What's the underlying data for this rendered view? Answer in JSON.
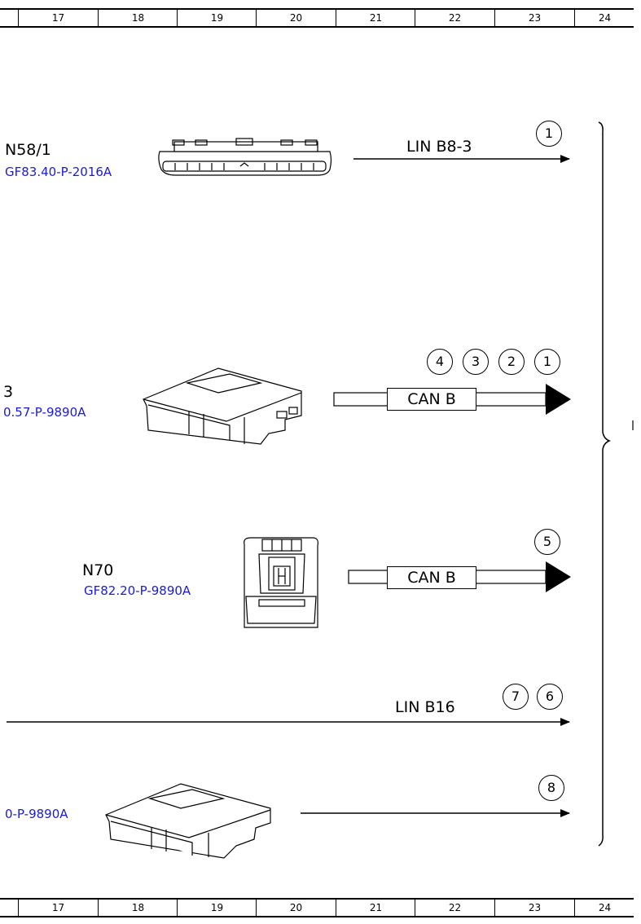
{
  "ruler": {
    "columns": [
      "17",
      "18",
      "19",
      "20",
      "21",
      "22",
      "23",
      "24"
    ]
  },
  "components": [
    {
      "name": "N58/1",
      "ref": "GF83.40-P-2016A"
    },
    {
      "name": "3",
      "ref": "0.57-P-9890A"
    },
    {
      "name": "N70",
      "ref": "GF82.20-P-9890A"
    },
    {
      "name": "",
      "ref": "0-P-9890A"
    }
  ],
  "buses": {
    "lin_b8_3": "LIN B8-3",
    "can_b_1": "CAN B",
    "can_b_2": "CAN B",
    "lin_b16": "LIN B16"
  },
  "markers": {
    "row1": [
      "1"
    ],
    "row2": [
      "4",
      "3",
      "2",
      "1"
    ],
    "row3": [
      "5"
    ],
    "row4": [
      "7",
      "6"
    ],
    "row5": [
      "8"
    ]
  }
}
